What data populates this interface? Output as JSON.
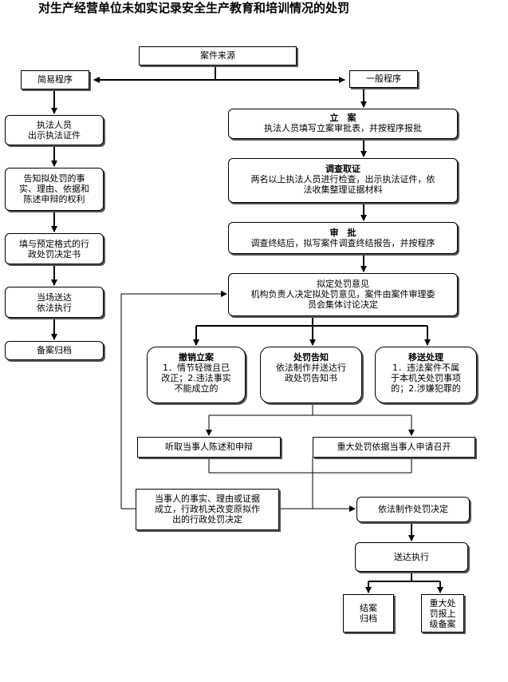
{
  "title": "对生产经营单位未如实记录安全生产教育和培训情况的处罚",
  "nodes": {
    "source": "案件来源",
    "simple": "简易程序",
    "general": "一般程序",
    "s1": [
      "执法人员",
      "出示执法证件"
    ],
    "s2": [
      "告知拟处罚的事",
      "实、理由、依据和",
      "陈述申辩的权利"
    ],
    "s3": [
      "填与预定格式的行",
      "政处罚决定书"
    ],
    "s4": [
      "当场送达",
      "依法执行"
    ],
    "s5": "备案归档",
    "filing": {
      "head": "立　案",
      "body": "执法人员填写立案审批表，并按程序报批"
    },
    "investigate": {
      "head": "调查取证",
      "body": [
        "两名以上执法人员进行检查，出示执法证件，依",
        "法收集整理证据材料"
      ]
    },
    "review": {
      "head": "审　批",
      "body": "调查终结后，拟写案件调查终结报告，并按程序"
    },
    "opinion": {
      "head": "拟定处罚意见",
      "body": [
        "机构负责人决定拟处罚意见，案件由案件审理委",
        "员会集体讨论决定"
      ]
    },
    "revoke": {
      "head": "撤销立案",
      "body": [
        "1．情节轻微且已",
        "改正；2.违法事实",
        "不能成立的"
      ]
    },
    "notice": {
      "head": "处罚告知",
      "body": [
        "依法制作并送达行",
        "政处罚告知书"
      ]
    },
    "transfer": {
      "head": "移送处理",
      "body": [
        "1．违法案件不属",
        "于本机关处罚事项",
        "的；2.涉嫌犯罪的"
      ]
    },
    "listen": "听取当事人陈述和申辩",
    "hearing": "重大处罚依据当事人申请召开",
    "facts": [
      "当事人的事实、理由或证据",
      "成立，行政机关改变原拟作",
      "出的行政处罚决定"
    ],
    "decision": "依法制作处罚决定",
    "deliver": "送达执行",
    "close": [
      "结案",
      "归档"
    ],
    "report": [
      "重大处",
      "罚报上",
      "级备案"
    ]
  }
}
